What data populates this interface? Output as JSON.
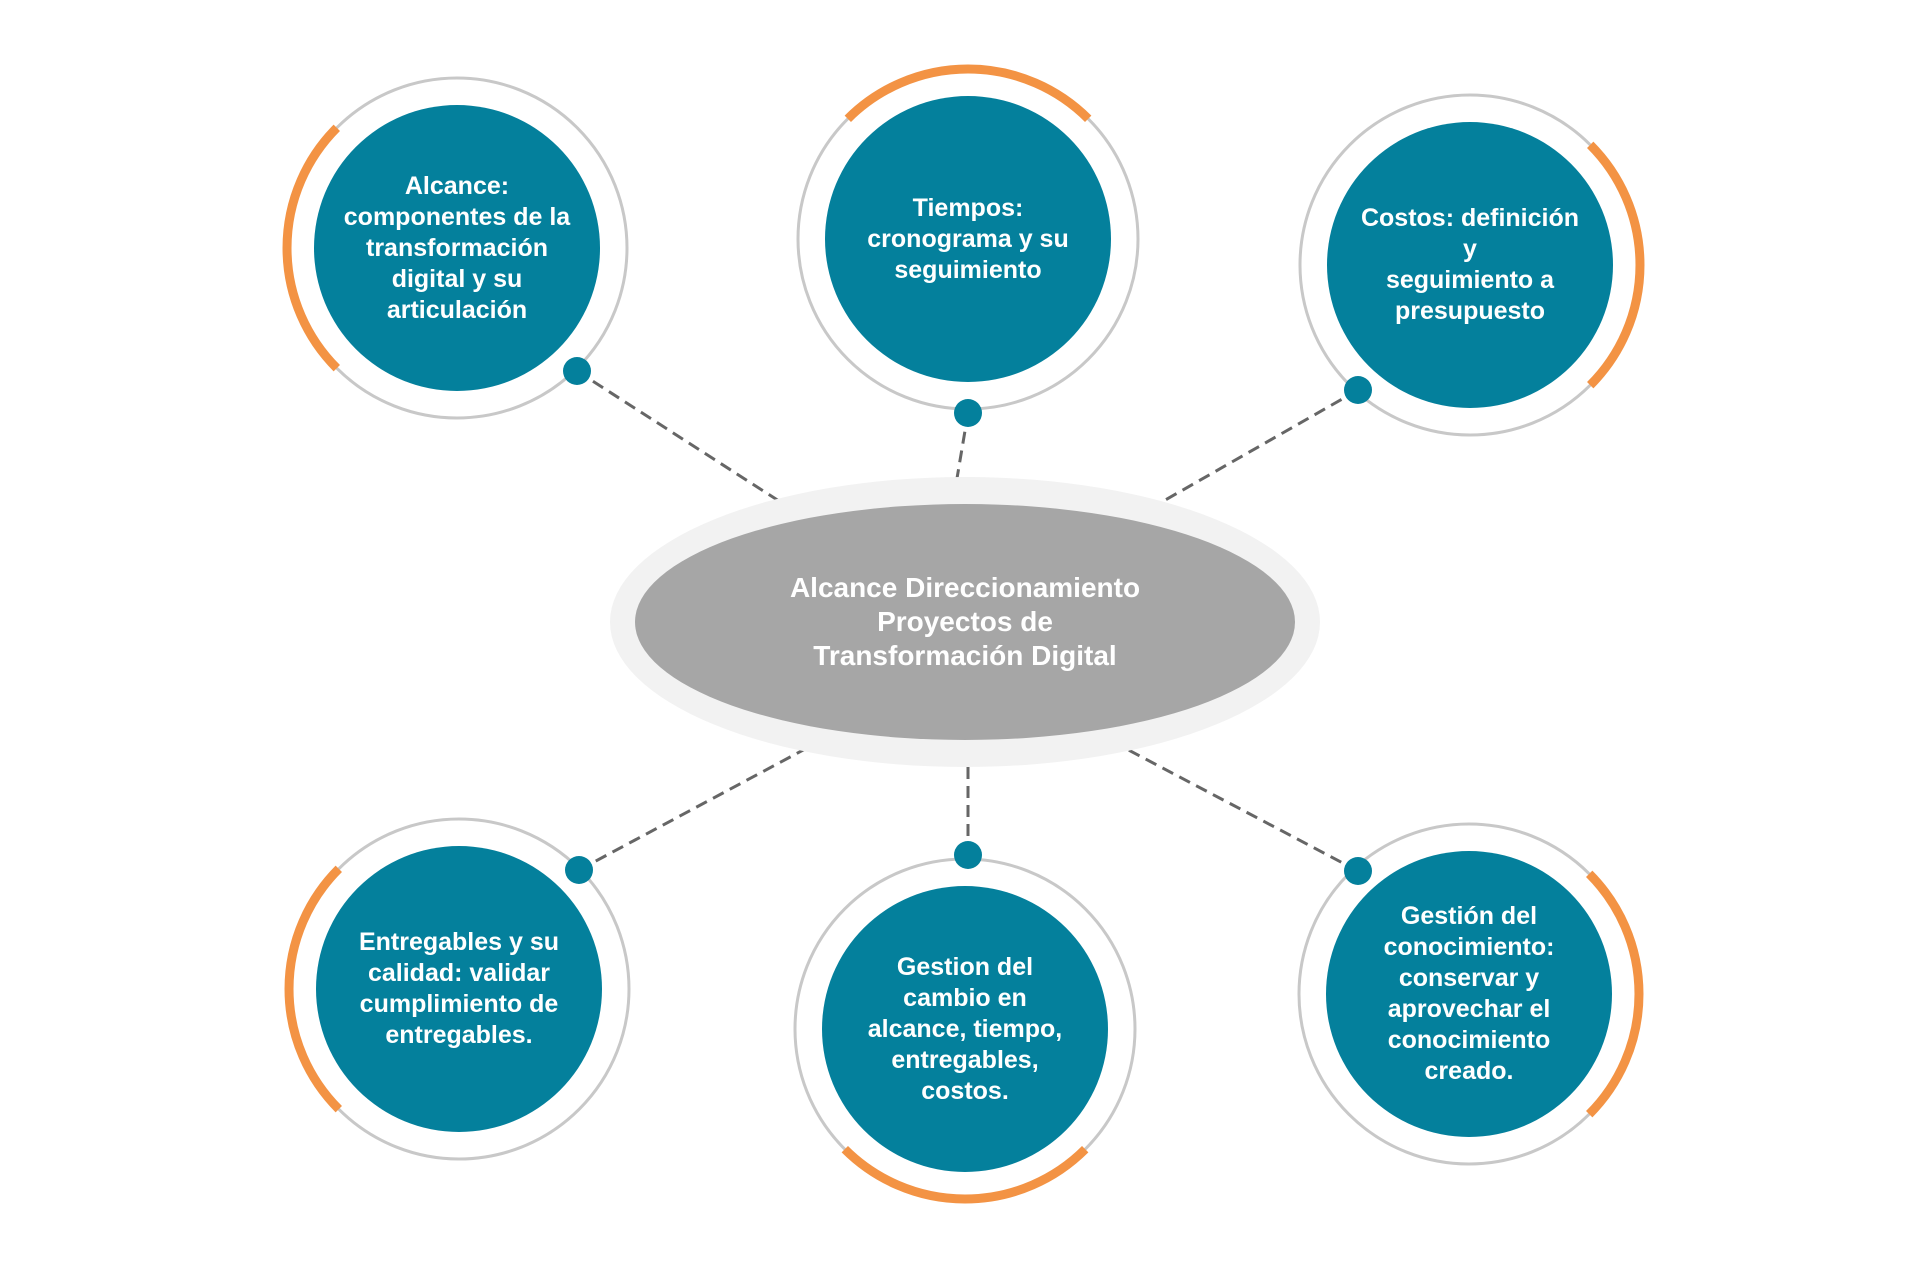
{
  "center": {
    "lines": [
      "Alcance Direccionamiento",
      "Proyectos de",
      "Transformación Digital"
    ]
  },
  "nodes": [
    {
      "id": "alcance",
      "lines": [
        "Alcance:",
        "componentes de la",
        "transformación",
        "digital y su",
        "articulación"
      ]
    },
    {
      "id": "tiempos",
      "lines": [
        "Tiempos:",
        "cronograma y su",
        "seguimiento"
      ]
    },
    {
      "id": "costos",
      "lines": [
        "Costos: definición y",
        "seguimiento a",
        "presupuesto"
      ]
    },
    {
      "id": "entregables",
      "lines": [
        "Entregables y su",
        "calidad: validar",
        "cumplimiento de",
        "entregables."
      ]
    },
    {
      "id": "gestion-cambio",
      "lines": [
        "Gestion del",
        "cambio en",
        "alcance, tiempo,",
        "entregables,",
        "costos."
      ]
    },
    {
      "id": "gestion-conocimiento",
      "lines": [
        "Gestión del",
        "conocimiento:",
        "conservar y",
        "aprovechar el",
        "conocimiento",
        "creado."
      ]
    }
  ],
  "colors": {
    "node_fill": "#04809c",
    "accent_arc": "#f39344",
    "outer_ring": "#c8c8c8",
    "center_fill": "#a6a6a6",
    "center_halo": "#f2f2f2",
    "connector": "#666666",
    "text": "#ffffff"
  }
}
